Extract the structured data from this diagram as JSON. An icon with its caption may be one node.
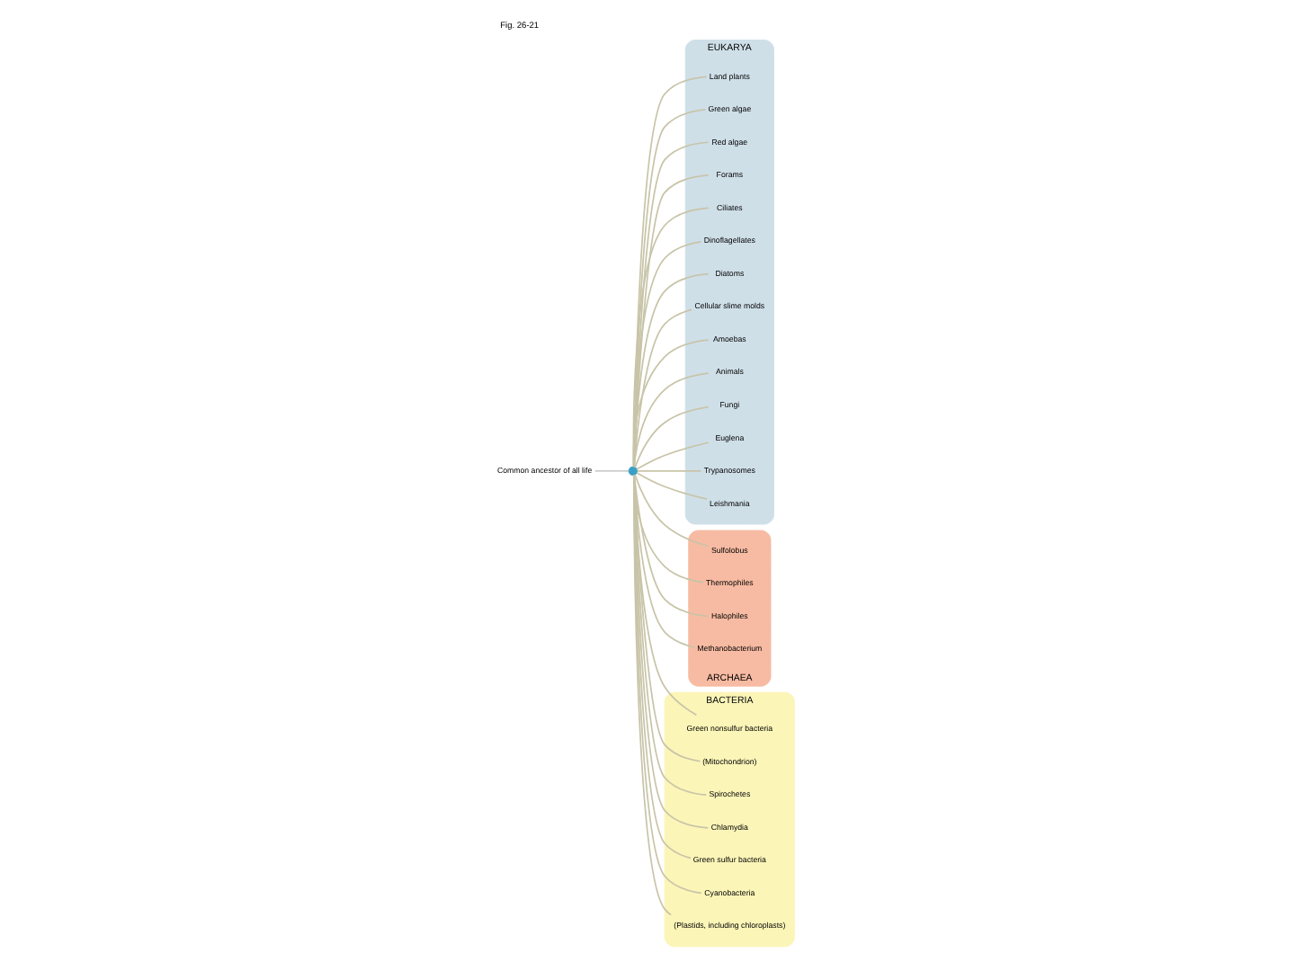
{
  "diagram": {
    "title": "Fig. 26-21",
    "nodes": [
      {
        "text": [
          "EUKARYA"
        ]
      },
      {
        "text": [
          "Land plants"
        ],
        "in": 0
      },
      {
        "text": [
          "Green algae"
        ],
        "in": 0
      },
      {
        "text": [
          "Red algae"
        ],
        "in": 0
      },
      {
        "text": [
          "Forams"
        ],
        "in": 0
      },
      {
        "text": [
          "Ciliates"
        ],
        "in": 0
      },
      {
        "text": [
          "Dinoflagellates"
        ],
        "in": 0
      },
      {
        "text": [
          "Diatoms"
        ],
        "in": 0
      },
      {
        "text": [
          "Cellular slime molds"
        ],
        "in": 0
      },
      {
        "text": [
          "Amoebas"
        ],
        "in": 0
      },
      {
        "text": [
          "Animals"
        ],
        "in": 0
      },
      {
        "text": [
          "Fungi"
        ],
        "in": 0
      },
      {
        "text": [
          "Euglena"
        ],
        "in": 0
      },
      {
        "text": [
          "Trypanosomes"
        ],
        "in": 0
      },
      {
        "text": [
          "Leishmania"
        ],
        "in": 0
      },
      {
        "text": [
          "ARCHAEA"
        ]
      },
      {
        "text": [
          "Sulfolobus"
        ],
        "in": 15
      },
      {
        "text": [
          "Thermophiles"
        ],
        "in": 15
      },
      {
        "text": [
          "Halophiles"
        ],
        "in": 15
      },
      {
        "text": [
          "Methanobacterium"
        ],
        "in": 15
      },
      {
        "text": [
          "BACTERIA"
        ]
      },
      {
        "text": [
          "Green nonsulfur bacteria"
        ],
        "in": 20
      },
      {
        "text": [
          "(Mitochondrion)"
        ],
        "in": 20
      },
      {
        "text": [
          "Spirochetes"
        ],
        "in": 20
      },
      {
        "text": [
          "Chlamydia"
        ],
        "in": 20
      },
      {
        "text": [
          "Green sulfur bacteria"
        ],
        "in": 20
      },
      {
        "text": [
          "Cyanobacteria"
        ],
        "in": 20
      },
      {
        "text": [
          "(Plastids, including chloroplasts)"
        ],
        "in": 20
      },
      {
        "text": [],
        "shape": "circle"
      },
      {
        "text": [
          "Common ancestor of all life"
        ]
      }
    ],
    "edges": [
      {
        "from": 28,
        "to": 1,
        "arrow": "none"
      },
      {
        "from": 28,
        "to": 2,
        "arrow": "none"
      },
      {
        "from": 28,
        "to": 3,
        "arrow": "none"
      },
      {
        "from": 28,
        "to": 4,
        "arrow": "none"
      },
      {
        "from": 28,
        "to": 5,
        "arrow": "none"
      },
      {
        "from": 28,
        "to": 6,
        "arrow": "none"
      },
      {
        "from": 28,
        "to": 7,
        "arrow": "none"
      },
      {
        "from": 28,
        "to": 8,
        "arrow": "none"
      },
      {
        "from": 28,
        "to": 9,
        "arrow": "none"
      },
      {
        "from": 28,
        "to": 10,
        "arrow": "none"
      },
      {
        "from": 28,
        "to": 11,
        "arrow": "none"
      },
      {
        "from": 28,
        "to": 12,
        "arrow": "none"
      },
      {
        "from": 28,
        "to": 13,
        "arrow": "none"
      },
      {
        "from": 28,
        "to": 14,
        "arrow": "none"
      },
      {
        "from": 28,
        "to": 16,
        "arrow": "none"
      },
      {
        "from": 28,
        "to": 17,
        "arrow": "none"
      },
      {
        "from": 28,
        "to": 18,
        "arrow": "none"
      },
      {
        "from": 28,
        "to": 19,
        "arrow": "none"
      },
      {
        "from": 28,
        "to": 21,
        "arrow": "none"
      },
      {
        "from": 28,
        "to": 22,
        "arrow": "none"
      },
      {
        "from": 28,
        "to": 23,
        "arrow": "none"
      },
      {
        "from": 28,
        "to": 24,
        "arrow": "none"
      },
      {
        "from": 28,
        "to": 25,
        "arrow": "none"
      },
      {
        "from": 28,
        "to": 26,
        "arrow": "none"
      },
      {
        "from": 28,
        "to": 27,
        "arrow": "none"
      },
      {
        "from": 29,
        "to": 28,
        "arrow": "none"
      }
    ]
  }
}
